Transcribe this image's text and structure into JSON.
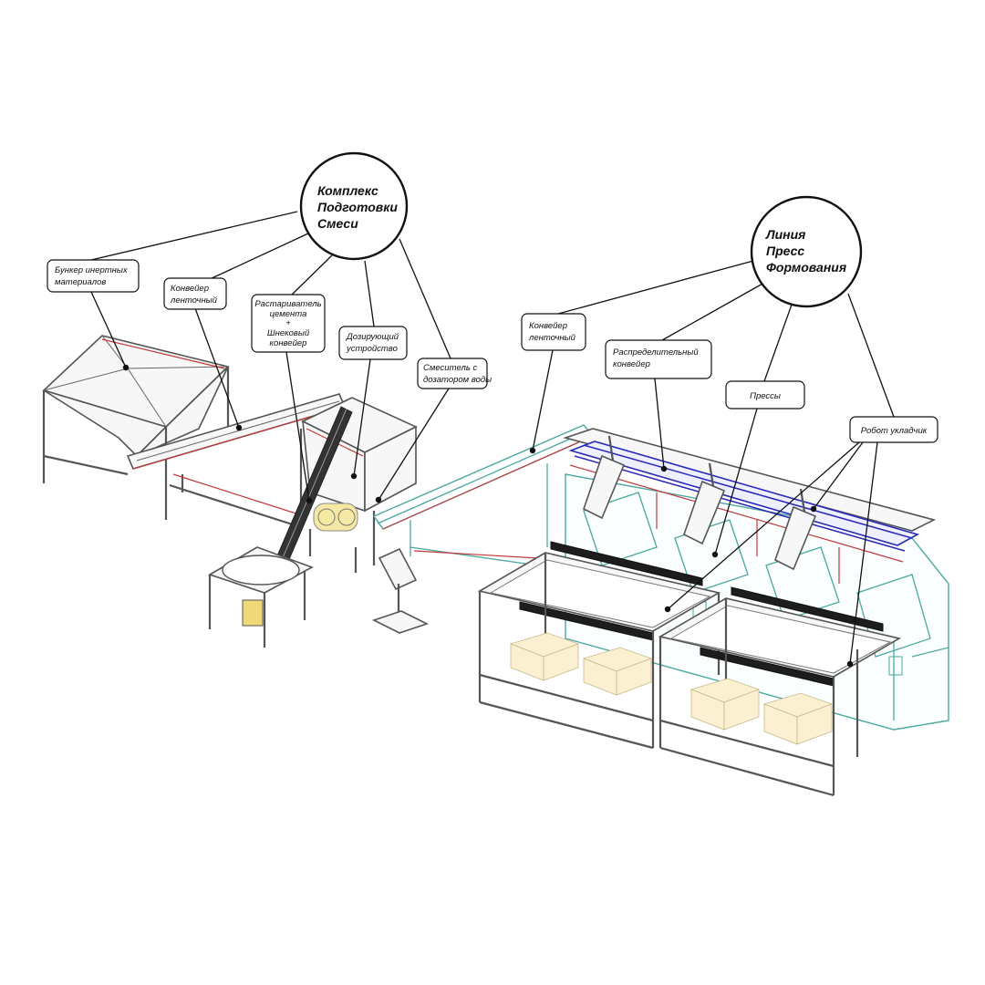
{
  "groups": {
    "mix_prep": [
      "Комплекс",
      "Подготовки",
      "Смеси"
    ],
    "press_line": [
      "Линия",
      "Пресс",
      "Формования"
    ]
  },
  "labels": {
    "bunker": [
      "Бункер инертных",
      "материалов"
    ],
    "conveyor_belt_1": [
      "Конвейер",
      "ленточный"
    ],
    "cement_screw": [
      "Растариватель",
      "цемента",
      "+",
      "Шнековый",
      "конвейер"
    ],
    "dosing": [
      "Дозирующий",
      "устройство"
    ],
    "mixer": [
      "Смеситель с",
      "дозатором воды"
    ],
    "conveyor_belt_2": [
      "Конвейер",
      "ленточный"
    ],
    "distributor": [
      "Распределительный",
      "конвейер"
    ],
    "presses": [
      "Прессы"
    ],
    "robot": [
      "Робот укладчик"
    ]
  },
  "colors": {
    "frame": "#555555",
    "accent_red": "#c0393b",
    "accent_teal": "#4aa8a0",
    "accent_blue": "#2a2ab8",
    "brick": "#fbf1d2"
  }
}
